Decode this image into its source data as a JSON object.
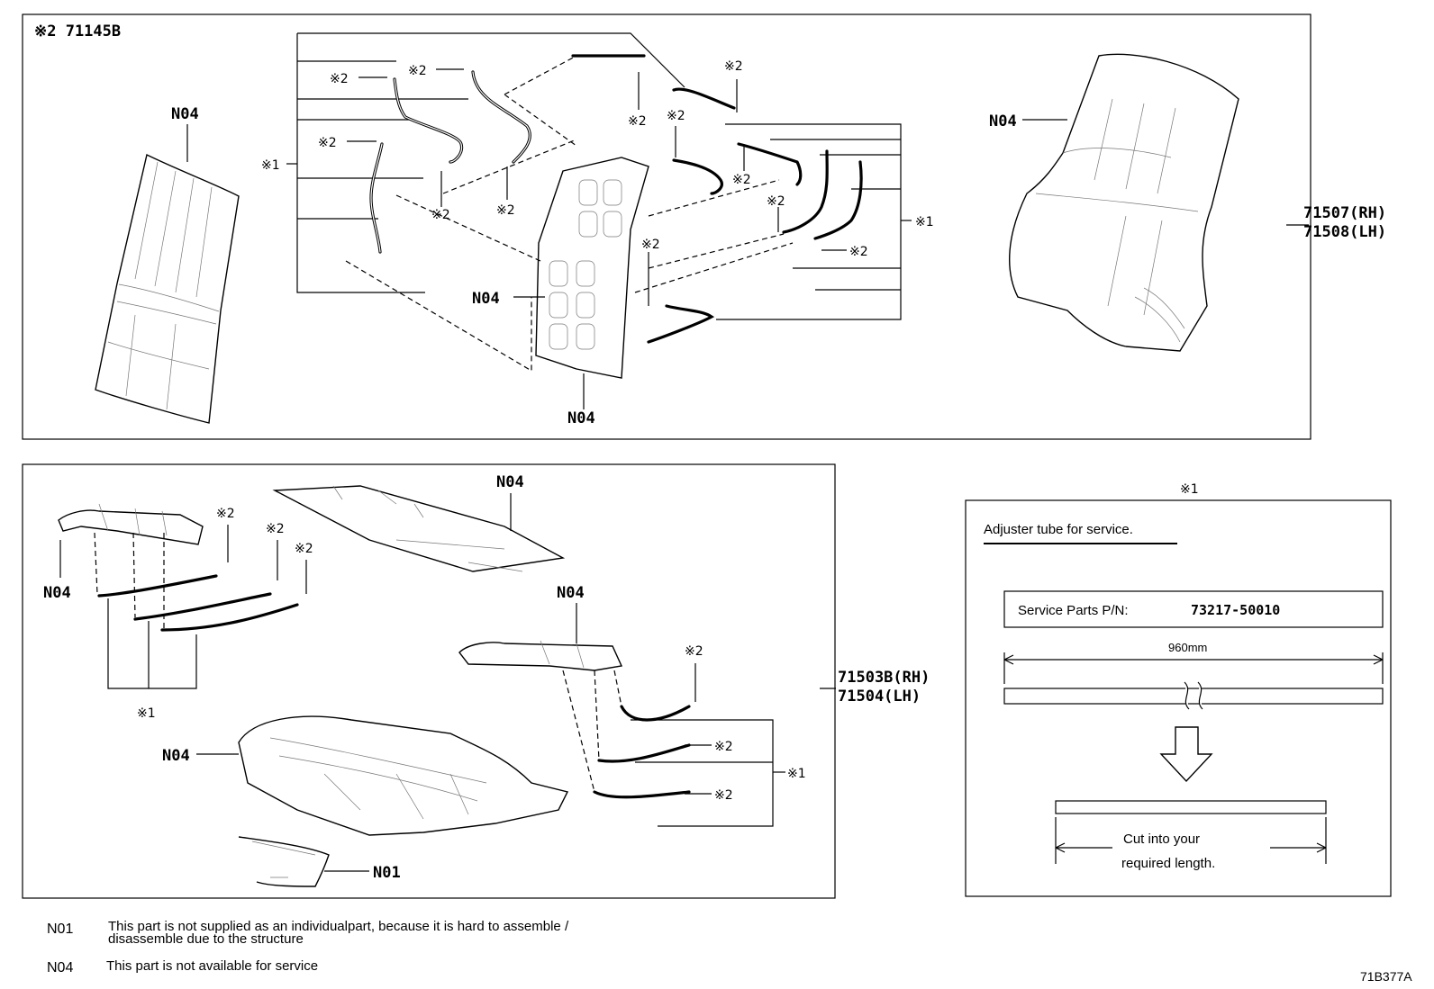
{
  "labels": {
    "n01": "N01",
    "n04": "N04",
    "mark1": "※1",
    "mark2": "※2",
    "mark2_part": "※2 71145B"
  },
  "parts": {
    "back_rh": "71507(RH)",
    "back_lh": "71508(LH)",
    "cushion_rh": "71503B(RH)",
    "cushion_lh": "71504(LH)"
  },
  "service_box": {
    "header": "※1",
    "title": "Adjuster tube for service.",
    "pn_label": "Service Parts P/N:",
    "pn_value": "73217-50010",
    "length": "960mm",
    "cut_line1": "Cut into your",
    "cut_line2": "required length."
  },
  "legend": [
    {
      "code": "N01",
      "text_line1": "This part is not supplied as an individualpart, because it is hard to assemble /",
      "text_line2": "disassemble due to the structure"
    },
    {
      "code": "N04",
      "text_line1": "This part is not available for service"
    }
  ],
  "figure_code": "71B377A"
}
